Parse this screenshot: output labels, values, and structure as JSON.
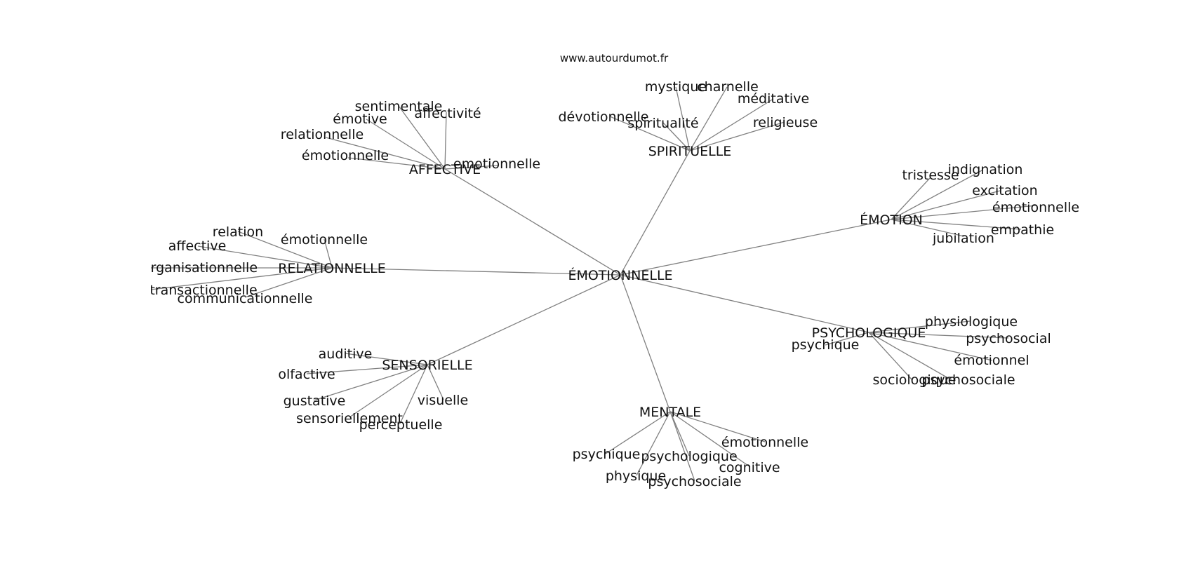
{
  "source": "www.autourdumot.fr",
  "center": {
    "label": "ÉMOTIONNELLE"
  },
  "clusters": [
    {
      "id": "affective",
      "label": "AFFECTIVE",
      "children": [
        "sentimentale",
        "affectivité",
        "émotive",
        "relationnelle",
        "émotionnelle",
        "emotionnelle"
      ]
    },
    {
      "id": "spirituelle",
      "label": "SPIRITUELLE",
      "children": [
        "mystique",
        "charnelle",
        "méditative",
        "dévotionnelle",
        "spiritualité",
        "religieuse"
      ]
    },
    {
      "id": "emotion",
      "label": "ÉMOTION",
      "children": [
        "tristesse",
        "indignation",
        "excitation",
        "émotionnelle",
        "empathie",
        "jubilation"
      ]
    },
    {
      "id": "relationnelle",
      "label": "RELATIONNELLE",
      "children": [
        "relation",
        "émotionnelle",
        "affective",
        "organisationnelle",
        "transactionnelle",
        "communicationnelle"
      ]
    },
    {
      "id": "psychologique",
      "label": "PSYCHOLOGIQUE",
      "children": [
        "physiologique",
        "psychosocial",
        "psychique",
        "émotionnel",
        "sociologique",
        "psychosociale"
      ]
    },
    {
      "id": "sensorielle",
      "label": "SENSORIELLE",
      "children": [
        "auditive",
        "olfactive",
        "gustative",
        "visuelle",
        "sensoriellement",
        "perceptuelle"
      ]
    },
    {
      "id": "mentale",
      "label": "MENTALE",
      "children": [
        "émotionnelle",
        "psychique",
        "psychologique",
        "cognitive",
        "physique",
        "psychosociale"
      ]
    }
  ]
}
